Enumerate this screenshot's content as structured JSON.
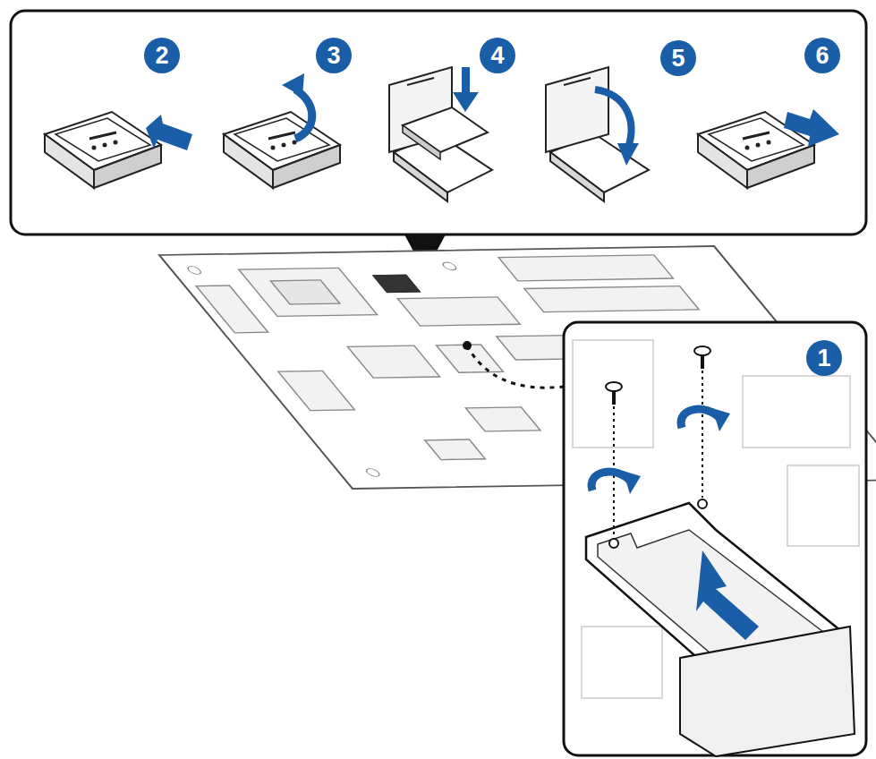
{
  "diagram": {
    "labels": [
      "2",
      "3",
      "4",
      "5",
      "6",
      "1"
    ]
  }
}
